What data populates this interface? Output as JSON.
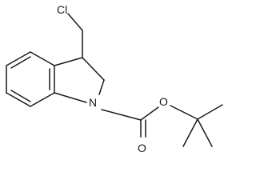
{
  "molecule": {
    "atoms": {
      "chlorine": "Cl",
      "ring_nitrogen": "N",
      "ester_oxygen": "O",
      "carbonyl_oxygen": "O"
    }
  }
}
